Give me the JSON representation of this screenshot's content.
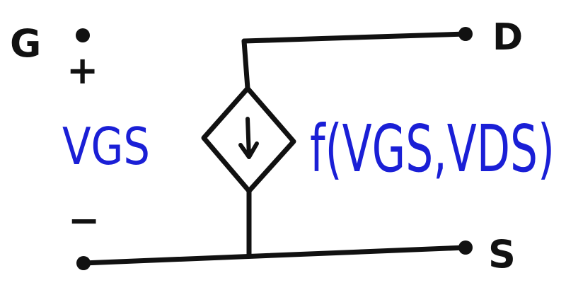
{
  "terminals": {
    "gate": "G",
    "drain": "D",
    "source": "S"
  },
  "polarity": {
    "plus": "+",
    "minus": "−"
  },
  "controlling_voltage": "VGS",
  "source_function": "f(VGS,VDS)",
  "colors": {
    "ink": "#111111",
    "accent": "#1a1fd6"
  }
}
